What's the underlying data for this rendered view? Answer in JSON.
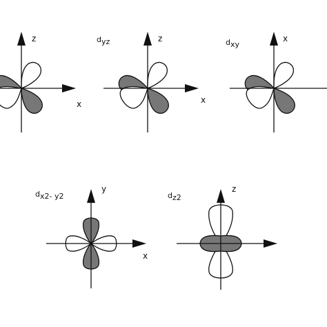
{
  "colors": {
    "shaded": "#777777",
    "unshaded": "#ffffff",
    "outline": "#111111",
    "background": "#ffffff"
  },
  "panels": [
    {
      "id": "dxz",
      "title": null,
      "vertical_axis": "z",
      "horizontal_axis": "x"
    },
    {
      "id": "dyz",
      "title": {
        "base": "d",
        "sub": "yz"
      },
      "vertical_axis": "z",
      "horizontal_axis": "x"
    },
    {
      "id": "dxy",
      "title": {
        "base": "d",
        "sub": "xy"
      },
      "vertical_axis": "x",
      "horizontal_axis": null
    },
    {
      "id": "dx2y2",
      "title": {
        "base": "d",
        "sub": "x2- y2"
      },
      "vertical_axis": "y",
      "horizontal_axis": "x"
    },
    {
      "id": "dz2",
      "title": {
        "base": "d",
        "sub": "z2"
      },
      "vertical_axis": "z",
      "horizontal_axis": null
    }
  ]
}
